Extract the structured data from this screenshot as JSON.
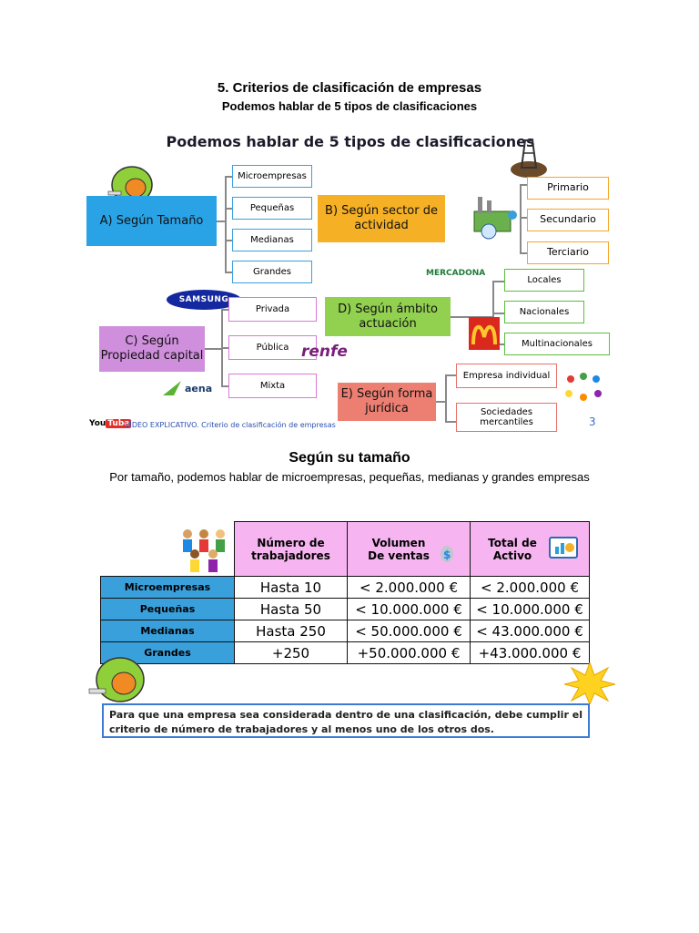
{
  "header": {
    "title": "5. Criterios de clasificación de empresas",
    "subtitle": "Podemos hablar de 5 tipos de clasificaciones"
  },
  "diagram": {
    "title": "Podemos hablar de 5 tipos de clasificaciones",
    "categories": {
      "a": "A) Según Tamaño",
      "b": "B) Según sector de actividad",
      "c": "C) Según Propiedad capital",
      "d": "D) Según ámbito actuación",
      "e": "E) Según forma jurídica"
    },
    "a_items": [
      "Microempresas",
      "Pequeñas",
      "Medianas",
      "Grandes"
    ],
    "b_items": [
      "Primario",
      "Secundario",
      "Terciario"
    ],
    "c_items": [
      "Privada",
      "Pública",
      "Mixta"
    ],
    "d_items": [
      "Locales",
      "Nacionales",
      "Multinacionales"
    ],
    "e_items": [
      "Empresa individual",
      "Sociedades mercantiles"
    ],
    "logos": {
      "samsung": "SAMSUNG",
      "renfe": "renfe",
      "aena": "aena",
      "mercadona": "MERCADONA",
      "youtube_you": "You",
      "youtube_tube": "Tube"
    },
    "video_link": "VÍDEO EXPLICATIVO. Criterio de clasificación de empresas",
    "page_number": "3",
    "colors": {
      "a": "#29a3e6",
      "b": "#f5b025",
      "c": "#cf8fdc",
      "d": "#92d050",
      "e": "#ec7f72"
    }
  },
  "section": {
    "heading": "Según su tamaño",
    "paragraph": "Por tamaño, podemos hablar de microempresas, pequeñas, medianas y grandes empresas"
  },
  "table": {
    "headers": [
      "Número de trabajadores",
      "Volumen De ventas",
      "Total de Activo"
    ],
    "rows": [
      {
        "label": "Microempresas",
        "values": [
          "Hasta 10",
          "< 2.000.000 €",
          "< 2.000.000 €"
        ]
      },
      {
        "label": "Pequeñas",
        "values": [
          "Hasta 50",
          "< 10.000.000 €",
          "< 10.000.000 €"
        ]
      },
      {
        "label": "Medianas",
        "values": [
          "Hasta 250",
          "< 50.000.000 €",
          "< 43.000.000 €"
        ]
      },
      {
        "label": "Grandes",
        "values": [
          "+250",
          "+50.000.000 €",
          "+43.000.000 €"
        ]
      }
    ]
  },
  "note": "Para que una empresa sea considerada dentro de una clasificación, debe cumplir el criterio de número de trabajadores y al menos uno de los otros dos."
}
